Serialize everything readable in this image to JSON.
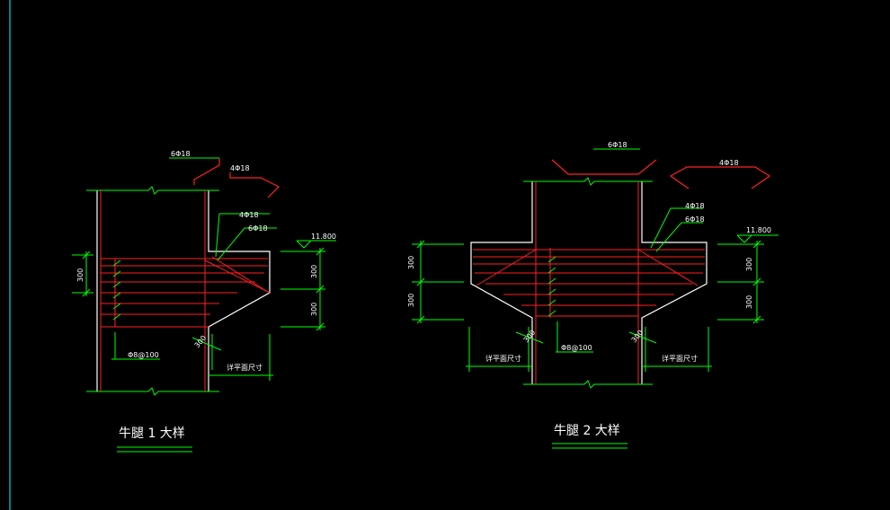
{
  "colors": {
    "background": "#000000",
    "concrete_outline": "#ffffff",
    "rebar": "#ff2020",
    "dimension": "#00ff00",
    "text": "#ffffff",
    "frame_line": "#00ffff"
  },
  "detail1": {
    "title": "牛腿  1 大样",
    "top_bar_label": "6Φ18",
    "side_bar_label_outer": "4Φ18",
    "side_bar_label_inner_a": "4Φ18",
    "side_bar_label_inner_b": "6Φ18",
    "elevation": "11.800",
    "dim_left": "300",
    "dim_right_upper": "300",
    "dim_right_lower": "300",
    "stirrup_label": "Φ8@100",
    "slope_dim": "300",
    "width_note": "详平面尺寸"
  },
  "detail2": {
    "title": "牛腿  2 大样",
    "top_bar_label": "6Φ18",
    "side_bar_label_outer": "4Φ18",
    "side_bar_label_inner_a": "4Φ18",
    "side_bar_label_inner_b": "6Φ18",
    "elevation": "11.800",
    "dim_left_upper": "300",
    "dim_left_lower": "300",
    "dim_right_upper": "300",
    "dim_right_lower": "300",
    "stirrup_label": "Φ8@100",
    "slope_dim_left": "300",
    "slope_dim_right": "300",
    "width_note_left": "详平面尺寸",
    "width_note_right": "详平面尺寸"
  }
}
